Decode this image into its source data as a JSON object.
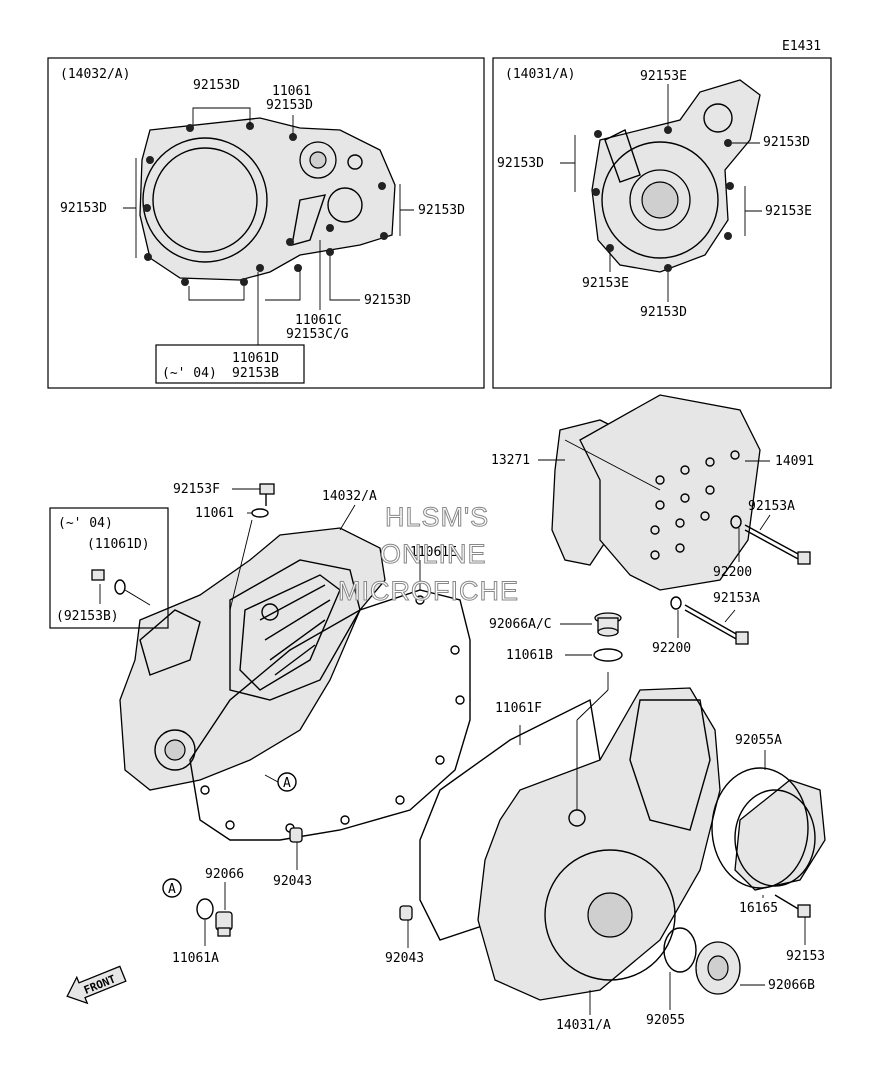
{
  "diagram_id": "E1431",
  "watermark": [
    "HLSM'S",
    "ONLINE",
    "MICROFICHE"
  ],
  "inset_left": {
    "title": "(14032/A)",
    "labels": {
      "top_bolts": "92153D",
      "plug_1": "11061",
      "plug_1_bolt": "92153D",
      "left_bolts": "92153D",
      "right_bolts": "92153D",
      "bottom_bolt": "92153D",
      "gasket_c": "11061C",
      "bolt_cg": "92153C/G",
      "year_note": "(~' 04)",
      "gasket_d": "11061D",
      "bolt_b": "92153B"
    }
  },
  "inset_right": {
    "title": "(14031/A)",
    "labels": {
      "top_bolt": "92153E",
      "right_bolt": "92153D",
      "left_bolts": "92153D",
      "right_bolts": "92153E",
      "bottom_left": "92153E",
      "bottom": "92153D"
    }
  },
  "main_labels": {
    "bolt_f": "92153F",
    "gasket_11061": "11061",
    "cover_left": "14032/A",
    "year_note": "(~' 04)",
    "gasket_d": "(11061D)",
    "bolt_b": "(92153B)",
    "gasket_e": "11061E",
    "damper": "13271",
    "plate": "14091",
    "bolt_a1": "92153A",
    "washer_1": "92200",
    "cap_ac": "92066A/C",
    "gasket_b": "11061B",
    "washer_2": "92200",
    "bolt_a2": "92153A",
    "gasket_f": "11061F",
    "ring_a": "92055A",
    "ref_a": "A",
    "dowel_1": "92043",
    "plug_92066": "92066",
    "ref_a2": "A",
    "gasket_a": "11061A",
    "dowel_2": "92043",
    "cover_small": "16165",
    "bolt_92153": "92153",
    "oring": "92055",
    "cap_b": "92066B",
    "cover_right": "14031/A",
    "front": "FRONT"
  }
}
